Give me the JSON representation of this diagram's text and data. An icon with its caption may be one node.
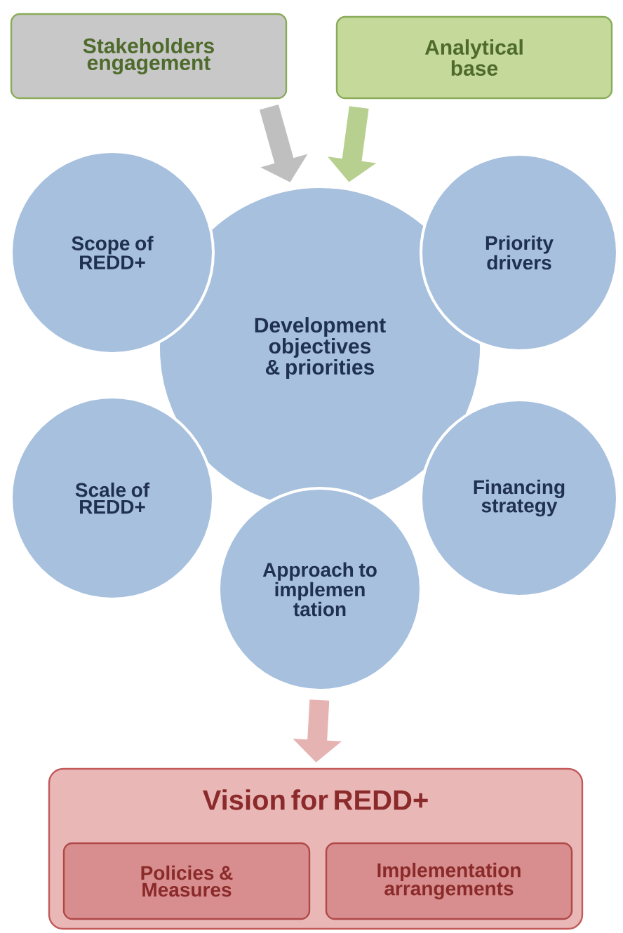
{
  "diagram": {
    "nodes": [
      {
        "text": [
          "Stakeholders engagement"
        ]
      },
      {
        "text": [
          "Analytical base"
        ]
      },
      {
        "text": [
          "Scope of REDD+"
        ]
      },
      {
        "text": [
          "Development objectives & priorities"
        ]
      },
      {
        "text": [
          "Priority drivers"
        ]
      },
      {
        "text": [
          "Scale of REDD+"
        ]
      },
      {
        "text": [
          "Financing strategy"
        ]
      },
      {
        "text": [
          "Approach to implemen tation"
        ]
      },
      {
        "text": [
          "Vision for REDD+"
        ]
      },
      {
        "text": [
          "Policies & Measures"
        ],
        "in": 8
      },
      {
        "text": [
          "Implementation arrangements"
        ],
        "in": 8
      }
    ],
    "edges": [
      {
        "from": 0,
        "to": 3,
        "arrow": "to",
        "color": "#bfbfbf"
      },
      {
        "from": 1,
        "to": 3,
        "arrow": "to",
        "color": "#b7d08f"
      },
      {
        "from": 7,
        "to": 8,
        "arrow": "to",
        "color": "#e6b3b3"
      }
    ]
  }
}
